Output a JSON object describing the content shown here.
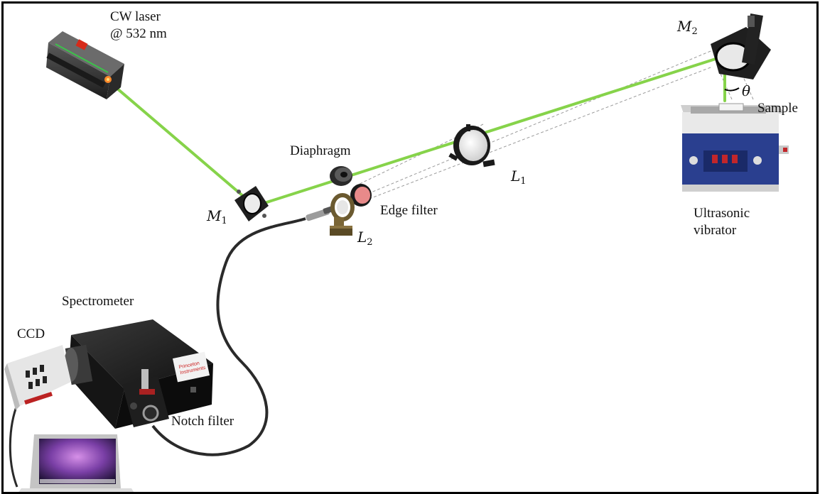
{
  "labels": {
    "laser_line1": "CW laser",
    "laser_line2": "@ 532 nm",
    "diaphragm": "Diaphragm",
    "edge_filter": "Edge filter",
    "ultrasonic_line1": "Ultrasonic",
    "ultrasonic_line2": "vibrator",
    "sample": "Sample",
    "spectrometer": "Spectrometer",
    "ccd": "CCD",
    "notch_filter": "Notch filter",
    "theta": "θ"
  },
  "symbols": {
    "m1": {
      "base": "M",
      "sub": "1"
    },
    "m2": {
      "base": "M",
      "sub": "2"
    },
    "l1": {
      "base": "L",
      "sub": "1"
    },
    "l2": {
      "base": "L",
      "sub": "2"
    }
  },
  "colors": {
    "laser_beam": "#86d34a",
    "fiber": "#2a2a2a",
    "border": "#000000",
    "bath_blue": "#2a3f8f",
    "edge_filter_pink": "#e88a8a"
  },
  "icons": {
    "laser": "laser-source-icon",
    "mirror1": "mirror-mount-icon",
    "mirror2": "mirror-mount-icon",
    "diaphragm": "iris-diaphragm-icon",
    "lens1": "lens-mount-icon",
    "lens2": "lens-mount-icon",
    "edge_filter": "filter-disc-icon",
    "ultrasonic": "ultrasonic-bath-icon",
    "spectrometer": "spectrometer-box-icon",
    "ccd": "ccd-camera-icon",
    "laptop": "laptop-icon"
  }
}
